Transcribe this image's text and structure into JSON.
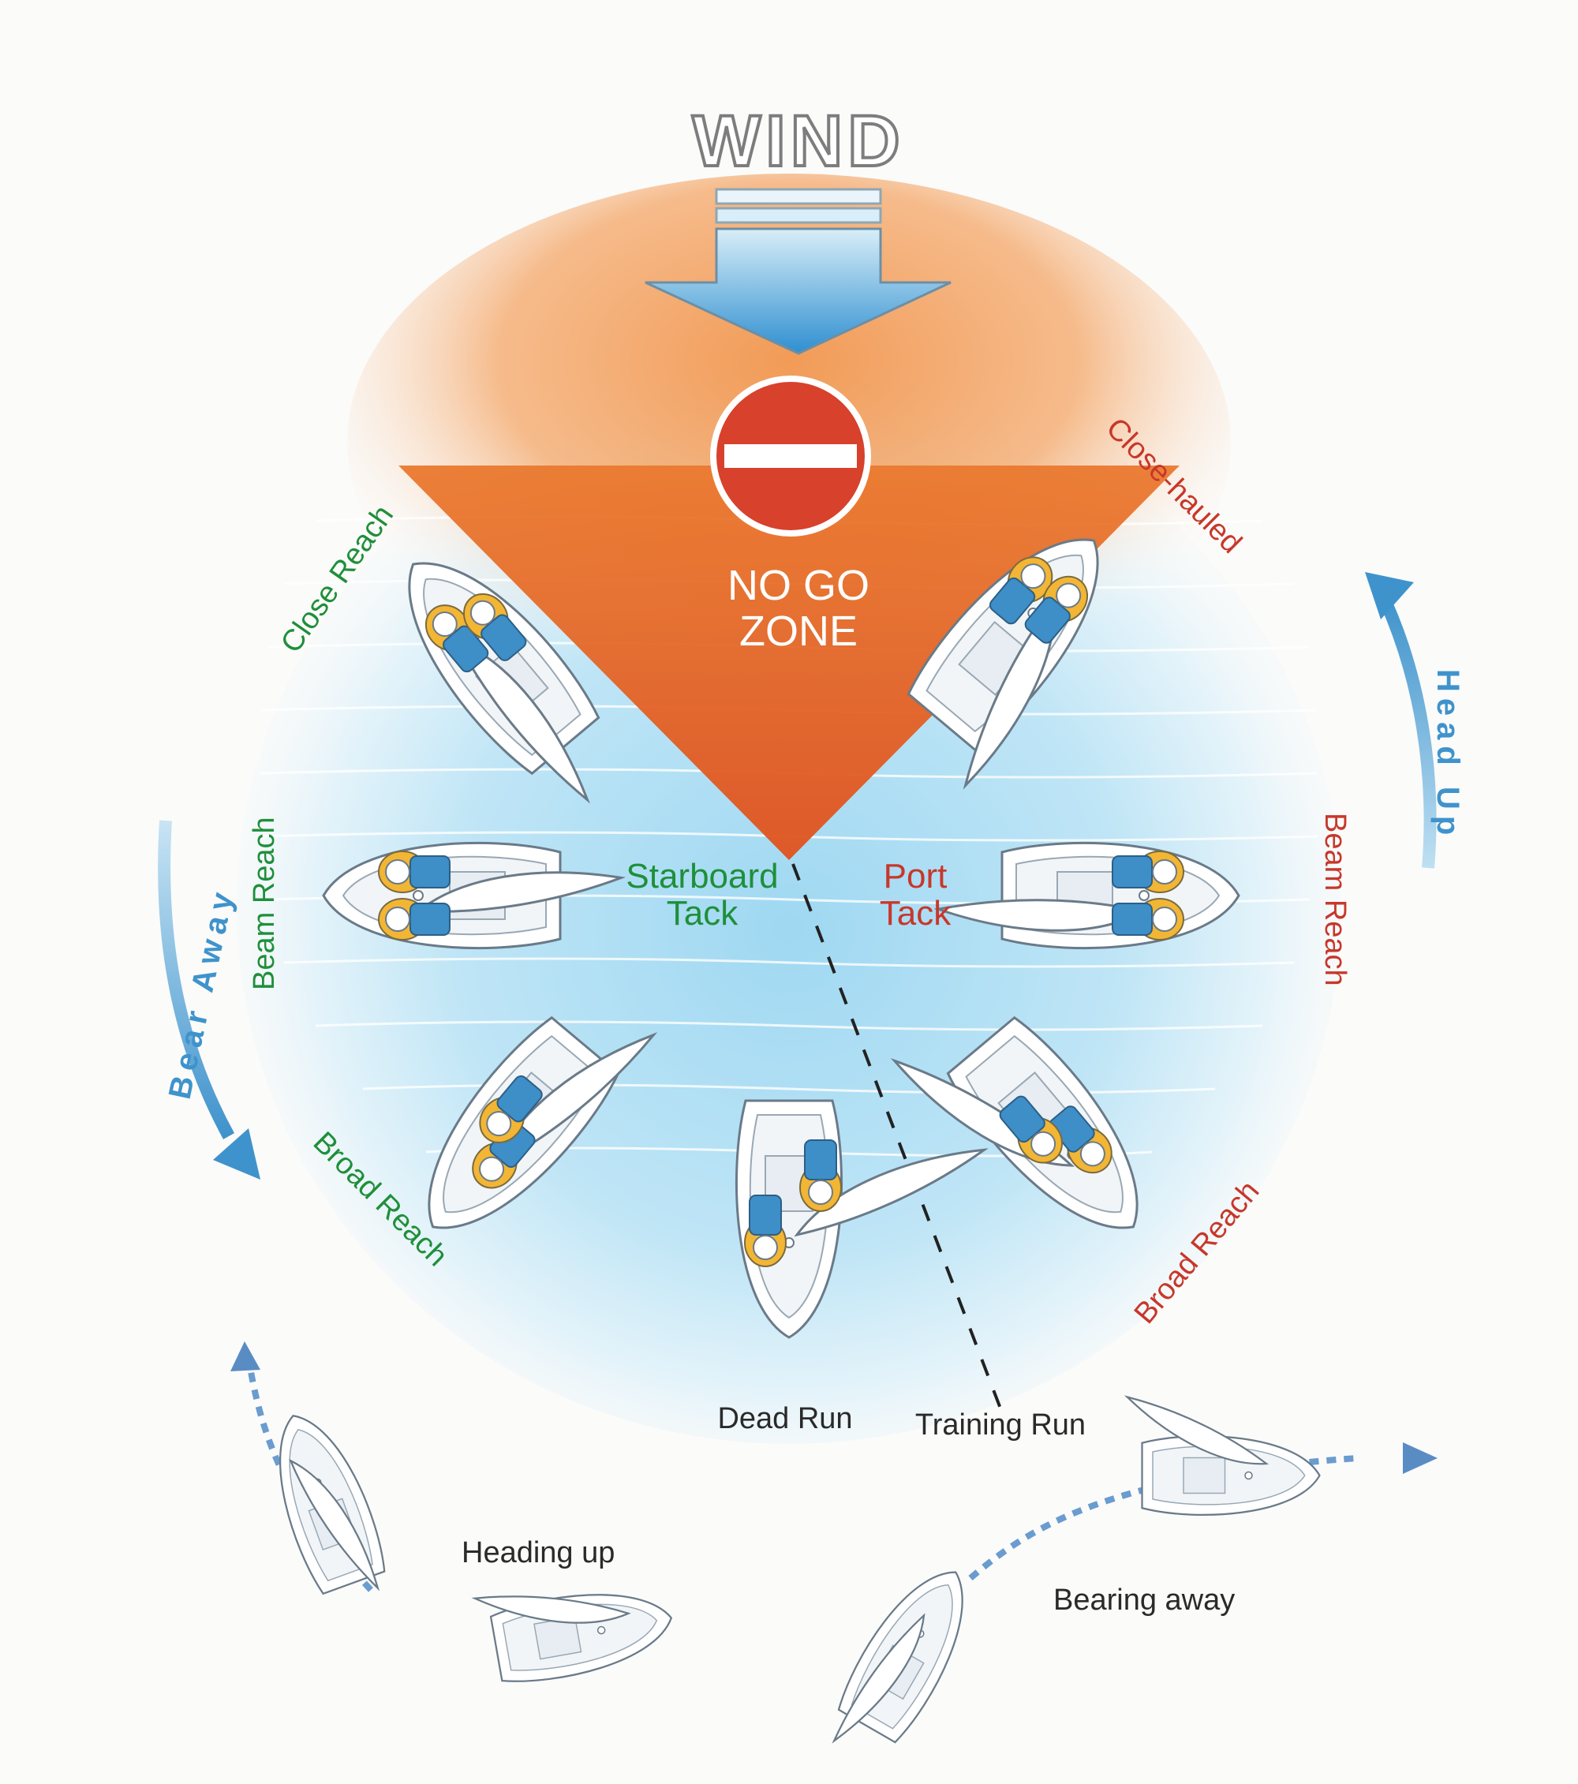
{
  "wind": {
    "label": "WIND"
  },
  "no_go_zone": {
    "line1": "NO GO",
    "line2": "ZONE"
  },
  "points_of_sail": {
    "close_reach": "Close Reach",
    "close_hauled": "Close-hauled",
    "beam_reach_left": "Beam Reach",
    "beam_reach_right": "Beam Reach",
    "broad_reach_left": "Broad Reach",
    "broad_reach_right": "Broad Reach",
    "dead_run": "Dead Run",
    "training_run": "Training Run"
  },
  "tacks": {
    "starboard_line1": "Starboard",
    "starboard_line2": "Tack",
    "port_line1": "Port",
    "port_line2": "Tack"
  },
  "turns": {
    "head_up": "Head Up",
    "bear_away": "Bear Away",
    "heading_up": "Heading up",
    "bearing_away": "Bearing away"
  },
  "colors": {
    "starboard_green": "#1f8f3a",
    "port_red": "#c8372a",
    "turn_blue": "#3f93cc",
    "no_go_orange": "#e25a22",
    "water_blue": "#8fd0ee",
    "text_dark": "#2a2a2a"
  },
  "icons": [
    "wind-arrow-icon",
    "no-entry-icon",
    "dinghy-icon",
    "sailor-icon",
    "curved-arrow-icon"
  ]
}
